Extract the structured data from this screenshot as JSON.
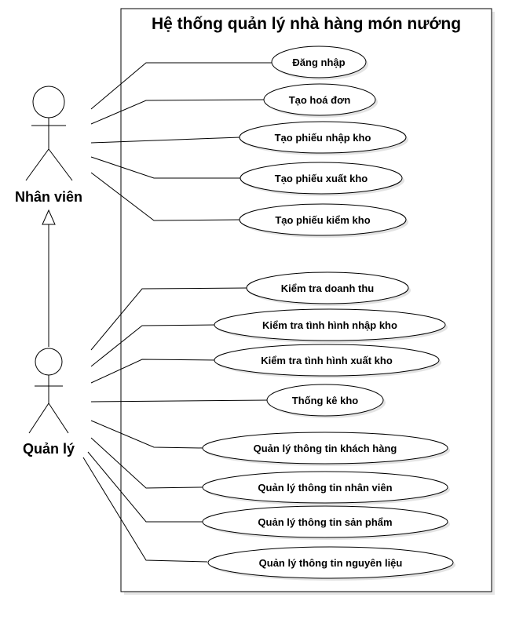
{
  "diagram": {
    "type": "use-case",
    "system_title": "Hệ thống quản lý nhà hàng món nướng",
    "actors": [
      {
        "id": "nv",
        "name": "Nhân viên"
      },
      {
        "id": "ql",
        "name": "Quản lý"
      }
    ],
    "generalization": {
      "from": "ql",
      "to": "nv"
    },
    "use_cases": [
      {
        "id": "uc1",
        "label": "Đăng nhập",
        "actor": "nv"
      },
      {
        "id": "uc2",
        "label": "Tạo hoá đơn",
        "actor": "nv"
      },
      {
        "id": "uc3",
        "label": "Tạo phiếu nhập kho",
        "actor": "nv"
      },
      {
        "id": "uc4",
        "label": "Tạo phiếu xuất kho",
        "actor": "nv"
      },
      {
        "id": "uc5",
        "label": "Tạo phiếu kiểm kho",
        "actor": "nv"
      },
      {
        "id": "uc6",
        "label": "Kiểm tra doanh thu",
        "actor": "ql"
      },
      {
        "id": "uc7",
        "label": "Kiểm tra tình hình nhập kho",
        "actor": "ql"
      },
      {
        "id": "uc8",
        "label": "Kiểm tra tình hình xuất kho",
        "actor": "ql"
      },
      {
        "id": "uc9",
        "label": "Thống kê kho",
        "actor": "ql"
      },
      {
        "id": "uc10",
        "label": "Quản lý thông tin khách hàng",
        "actor": "ql"
      },
      {
        "id": "uc11",
        "label": "Quản lý thông tin nhân viên",
        "actor": "ql"
      },
      {
        "id": "uc12",
        "label": "Quản lý thông tin sản phẩm",
        "actor": "ql"
      },
      {
        "id": "uc13",
        "label": "Quản lý thông tin nguyên liệu",
        "actor": "ql"
      }
    ]
  }
}
